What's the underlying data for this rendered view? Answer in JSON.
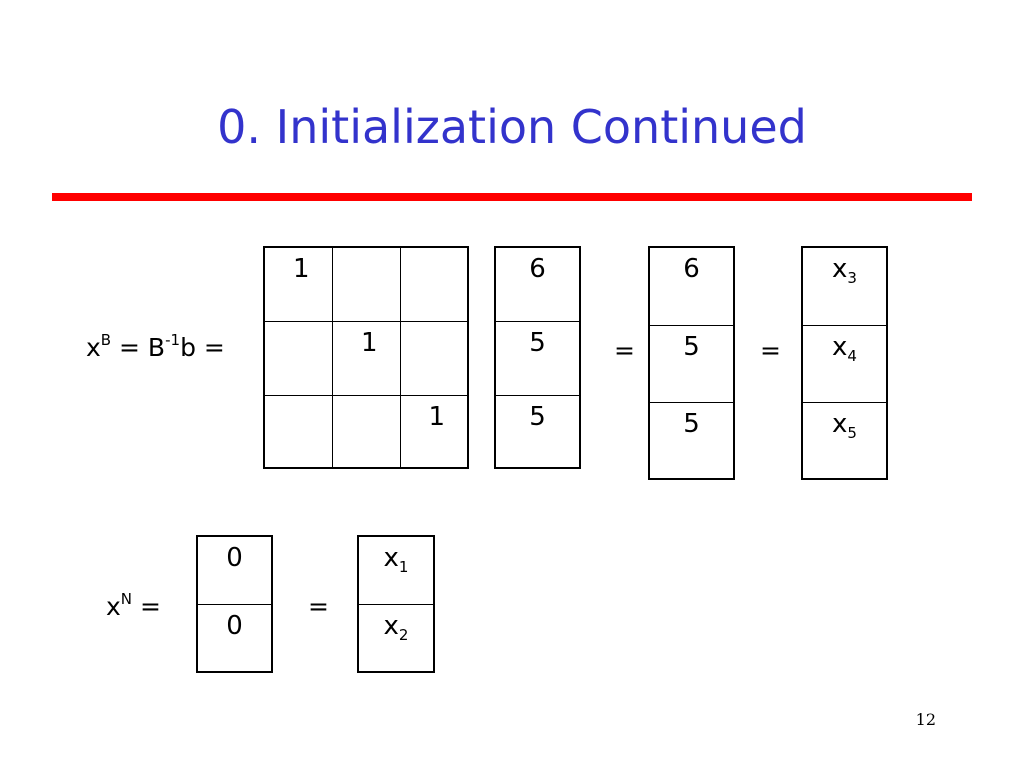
{
  "slide": {
    "title": "0. Initialization Continued",
    "page_number": "12"
  },
  "basic": {
    "label_x": "x",
    "label_x_sup": "B",
    "label_mid": " = B",
    "label_inv_sup": "-1",
    "label_tail": "b =",
    "matrix": [
      [
        "1",
        "",
        ""
      ],
      [
        "",
        "1",
        ""
      ],
      [
        "",
        "",
        "1"
      ]
    ],
    "b_vector": [
      "6",
      "5",
      "5"
    ],
    "eq1": "=",
    "result": [
      "6",
      "5",
      "5"
    ],
    "eq2": "=",
    "vars": [
      {
        "base": "x",
        "sub": "3"
      },
      {
        "base": "x",
        "sub": "4"
      },
      {
        "base": "x",
        "sub": "5"
      }
    ]
  },
  "nonbasic": {
    "label_x": "x",
    "label_x_sup": "N",
    "label_tail": " =",
    "values": [
      "0",
      "0"
    ],
    "eq": "=",
    "vars": [
      {
        "base": "x",
        "sub": "1"
      },
      {
        "base": "x",
        "sub": "2"
      }
    ]
  }
}
